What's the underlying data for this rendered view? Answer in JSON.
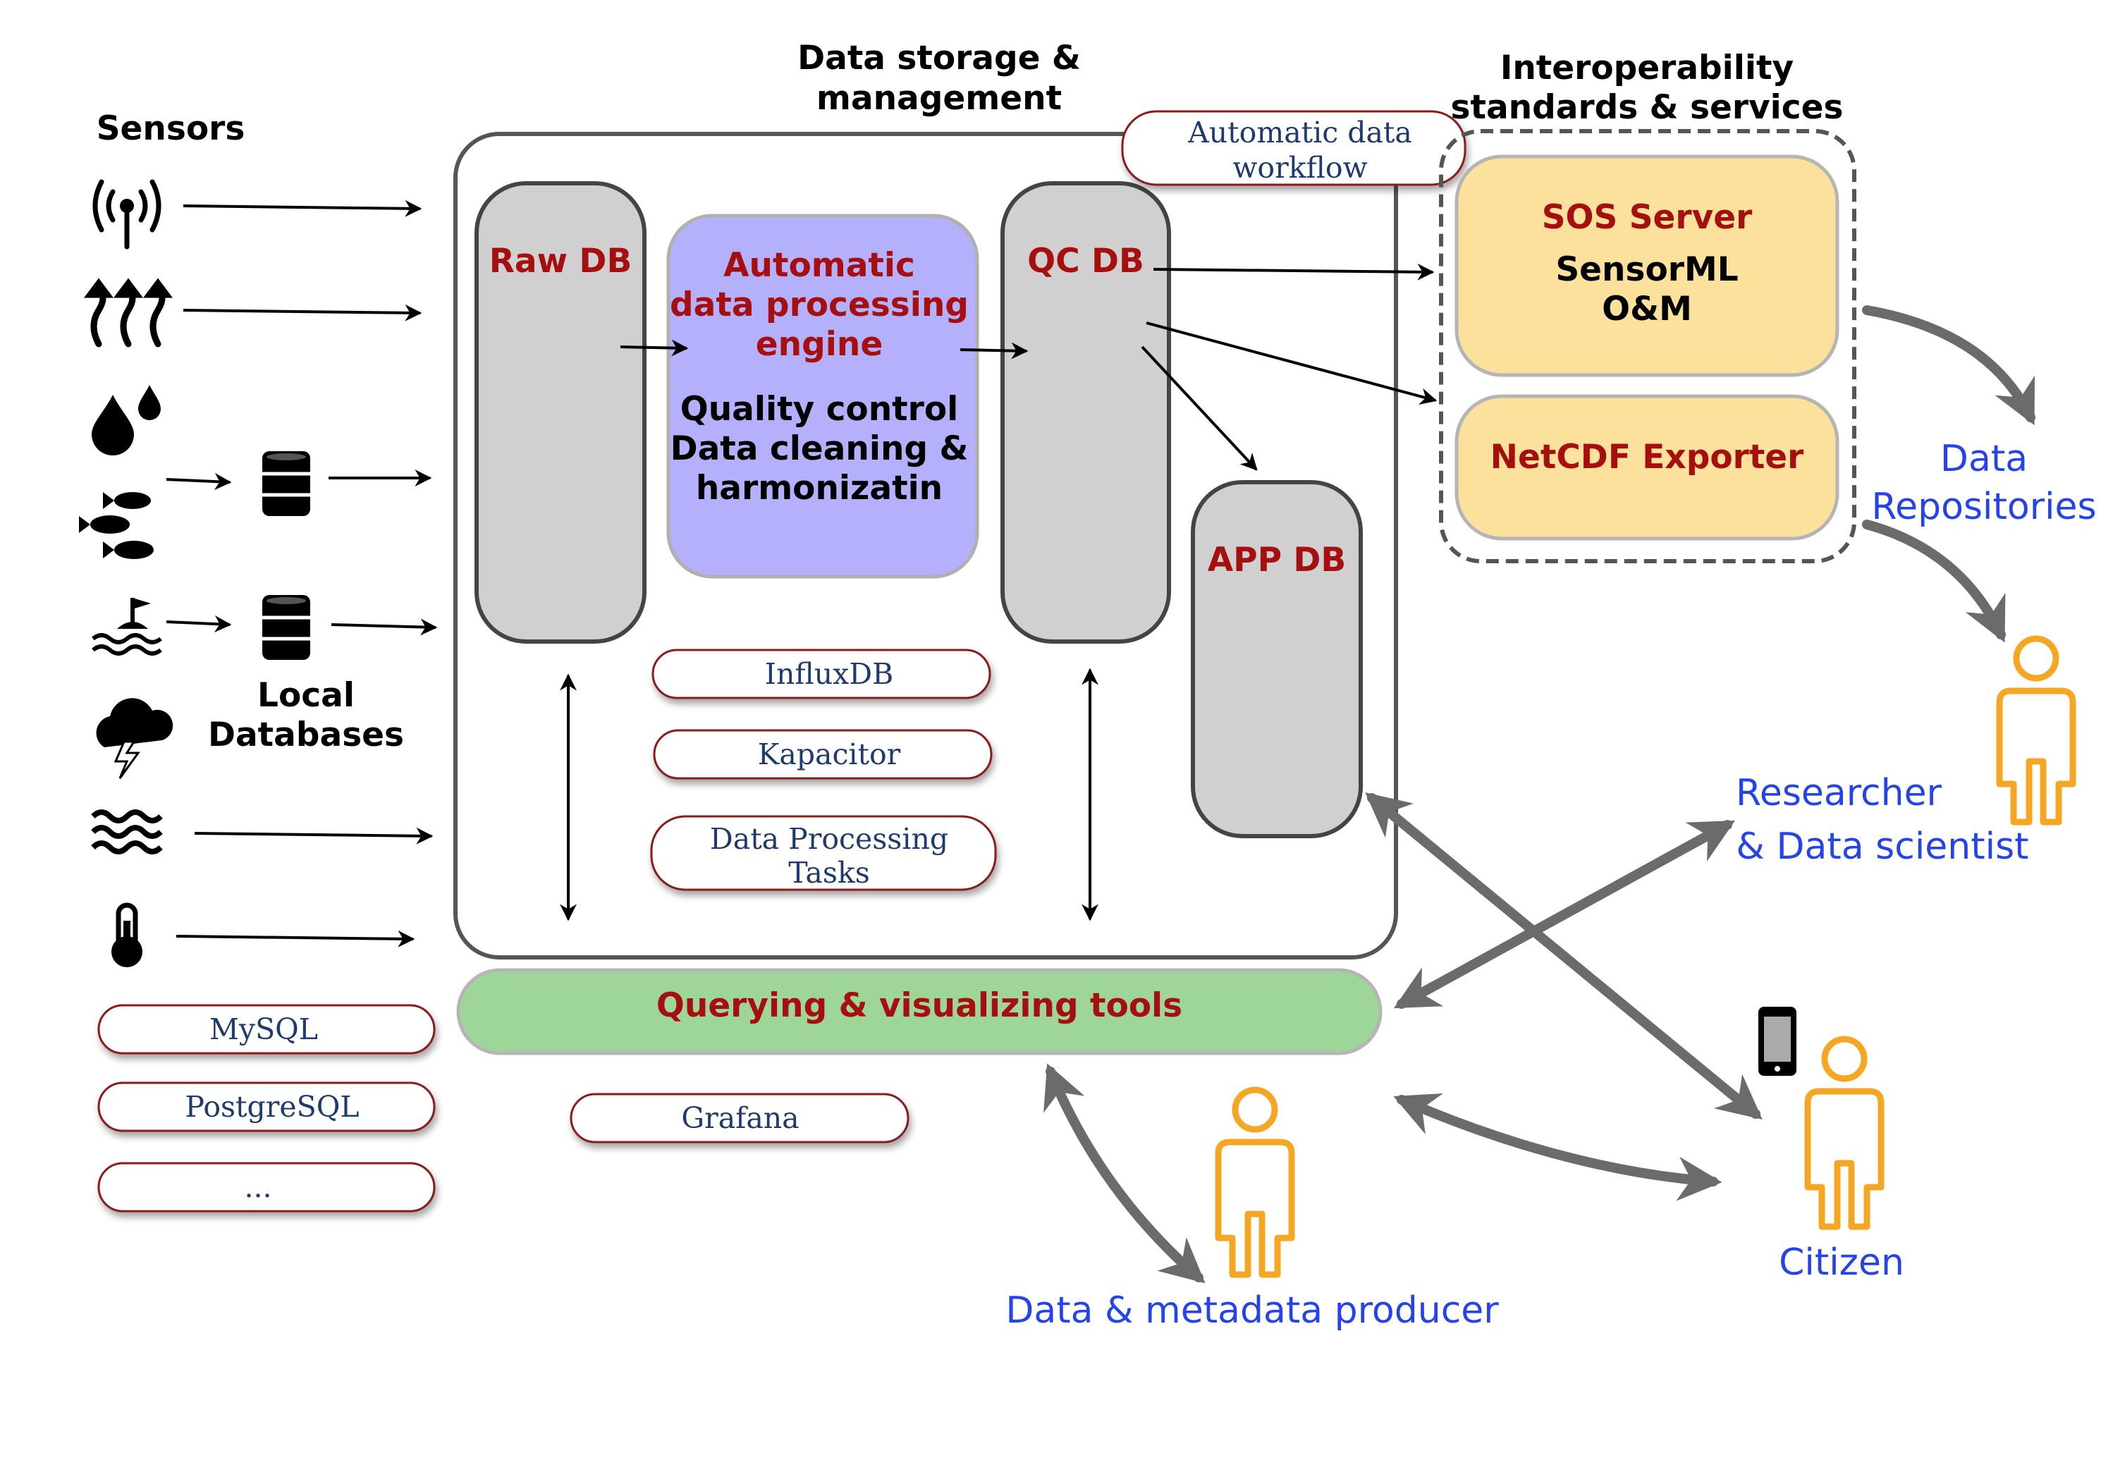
{
  "headers": {
    "sensors": "Sensors",
    "storage_line1": "Data storage &",
    "storage_line2": "management",
    "interop_line1": "Interoperability",
    "interop_line2": "standards & services"
  },
  "databases": {
    "raw": "Raw DB",
    "qc": "QC DB",
    "app": "APP DB"
  },
  "engine": {
    "title_line1": "Automatic",
    "title_line2": "data processing",
    "title_line3": "engine",
    "body_line1": "Quality control",
    "body_line2": "Data cleaning &",
    "body_line3": "harmonizatin"
  },
  "workflow_tag": {
    "line1": "Automatic data",
    "line2": "workflow"
  },
  "processing_tags": {
    "influxdb": "InfluxDB",
    "kapacitor": "Kapacitor",
    "tasks_line1": "Data Processing",
    "tasks_line2": "Tasks"
  },
  "local_db": {
    "line1": "Local",
    "line2": "Databases"
  },
  "local_tags": {
    "mysql": "MySQL",
    "postgresql": "PostgreSQL",
    "more": "..."
  },
  "interop": {
    "sos_title": "SOS Server",
    "sos_line1": "SensorML",
    "sos_line2": "O&M",
    "netcdf": "NetCDF Exporter"
  },
  "query": {
    "label": "Querying & visualizing tools",
    "grafana": "Grafana"
  },
  "actors": {
    "repo_line1": "Data",
    "repo_line2": "Repositories",
    "researcher_line1": "Researcher",
    "researcher_line2": "& Data scientist",
    "citizen": "Citizen",
    "producer": "Data & metadata producer"
  },
  "sensor_icons": [
    "antenna-icon",
    "heat-waves-icon",
    "water-drops-icon",
    "fish-icon",
    "sea-buoy-icon",
    "storm-cloud-icon",
    "waves-icon",
    "thermometer-icon"
  ],
  "colors": {
    "red_label": "#a50f0f",
    "blue_label": "#2443e8",
    "person": "#f5a623",
    "db_fill": "#d0d0d0",
    "engine_fill": "#b4b0fb",
    "interop_fill": "#fce19d",
    "query_fill": "#9ed69a",
    "flow_arrow": "#6b6b6b"
  }
}
